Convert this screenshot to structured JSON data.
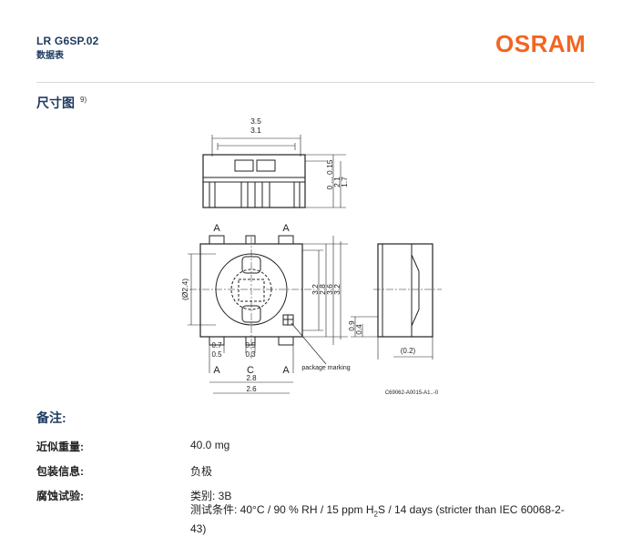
{
  "header": {
    "title": "LR G6SP.02",
    "subtitle": "数据表",
    "logo": "OSRAM",
    "accent": "#f26522",
    "title_color": "#1d3a5f"
  },
  "section": {
    "title": "尺寸图",
    "footnote": "9)"
  },
  "drawing": {
    "dims_top": [
      "3.5",
      "3.1"
    ],
    "dims_side": [
      "0 ... 0.15",
      "2.1",
      "1.7"
    ],
    "pad_labels_top": [
      "A",
      "A"
    ],
    "pad_labels_bottom": [
      "A",
      "C",
      "A"
    ],
    "circle_dim": "(Ø2.4)",
    "dims_right": [
      "3.2",
      "2.8",
      "3.6",
      "3.2"
    ],
    "dims_small_left": [
      "0.7",
      "0.5"
    ],
    "dims_small_mid": [
      "0.5",
      "0.3"
    ],
    "dims_bottom": [
      "2.8",
      "2.6"
    ],
    "dims_side_view": [
      "0.9",
      "0.4"
    ],
    "side_gap": "(0.2)",
    "package_marking": "package marking",
    "drawing_code": "C69062-A0015-A1..-0"
  },
  "notes": {
    "title": "备注:",
    "rows": [
      {
        "label": "近似重量:",
        "value": "40.0 mg"
      },
      {
        "label": "包装信息:",
        "value": "负极"
      },
      {
        "label": "腐蚀试验:",
        "value": "类别: 3B"
      }
    ],
    "test_prefix": "测试条件: 40°C / 90 % RH / 15 ppm H",
    "test_sub1": "2",
    "test_mid": "S / 14 days (stricter than IEC 60068-2-",
    "test_end": "43)"
  }
}
